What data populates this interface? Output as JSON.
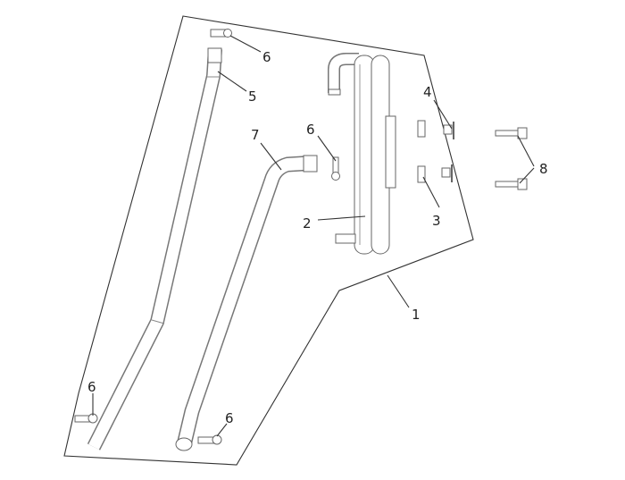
{
  "diagram": {
    "type": "exploded parts diagram",
    "callouts": [
      {
        "id": "c6a",
        "text": "6"
      },
      {
        "id": "c5",
        "text": "5"
      },
      {
        "id": "c7",
        "text": "7"
      },
      {
        "id": "c6b",
        "text": "6"
      },
      {
        "id": "c4",
        "text": "4"
      },
      {
        "id": "c2",
        "text": "2"
      },
      {
        "id": "c3",
        "text": "3"
      },
      {
        "id": "c8",
        "text": "8"
      },
      {
        "id": "c1",
        "text": "1"
      },
      {
        "id": "c6c",
        "text": "6"
      },
      {
        "id": "c6d",
        "text": "6"
      }
    ]
  }
}
